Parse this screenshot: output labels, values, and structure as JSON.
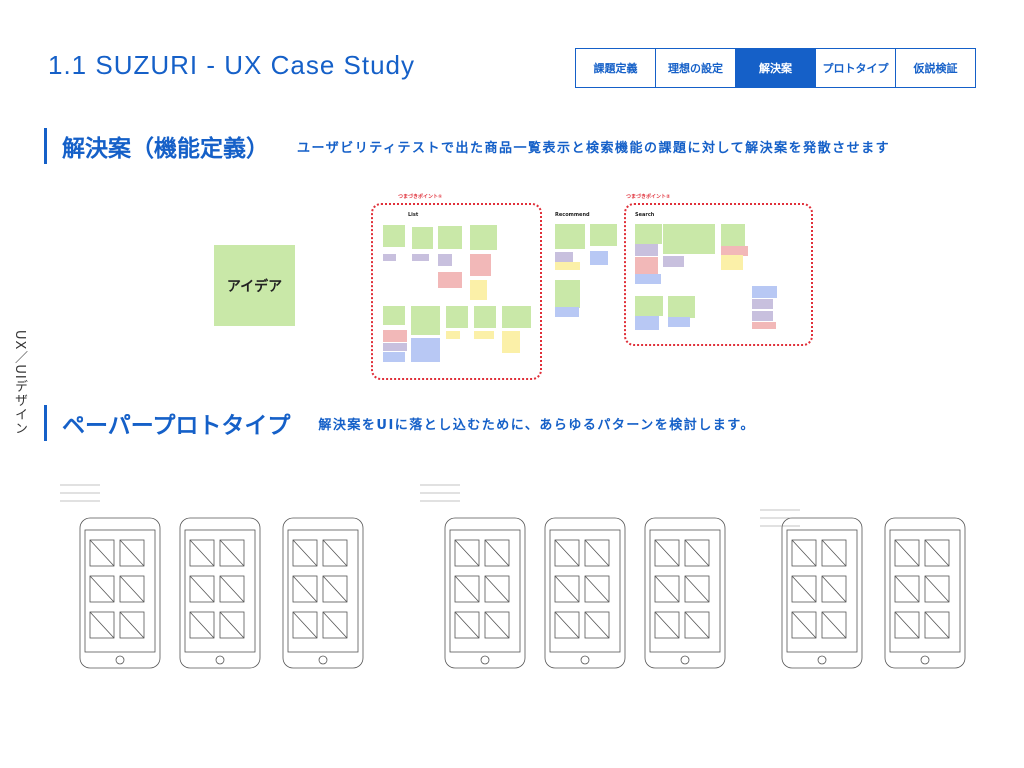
{
  "header": {
    "title": "1.1  SUZURI - UX Case Study",
    "nav": [
      {
        "label": "課題定義"
      },
      {
        "label": "理想の設定"
      },
      {
        "label": "解決案",
        "active": true
      },
      {
        "label": "プロトタイプ"
      },
      {
        "label": "仮説検証"
      }
    ]
  },
  "side_label": "UX／UIデザイン",
  "section1": {
    "title": "解決案（機能定義）",
    "desc": "ユーザビリティテストで出た商品一覧表示と検索機能の課題に対して解決案を発散させます",
    "idea_label": "アイデア",
    "board": {
      "group1_label": "つまづきポイント①",
      "group2_label": "つまづきポイント②",
      "columns": [
        "List",
        "Recommend",
        "Search"
      ]
    }
  },
  "section2": {
    "title": "ペーパープロトタイプ",
    "desc": "解決案をUIに落とし込むために、あらゆるパターンを検討します。"
  },
  "colors": {
    "accent": "#1560c8",
    "green": "#c9e8a8",
    "purple": "#c8c0de",
    "pink": "#f2b8b8",
    "yellow": "#fbf0a8",
    "blue": "#b8c8f4"
  }
}
